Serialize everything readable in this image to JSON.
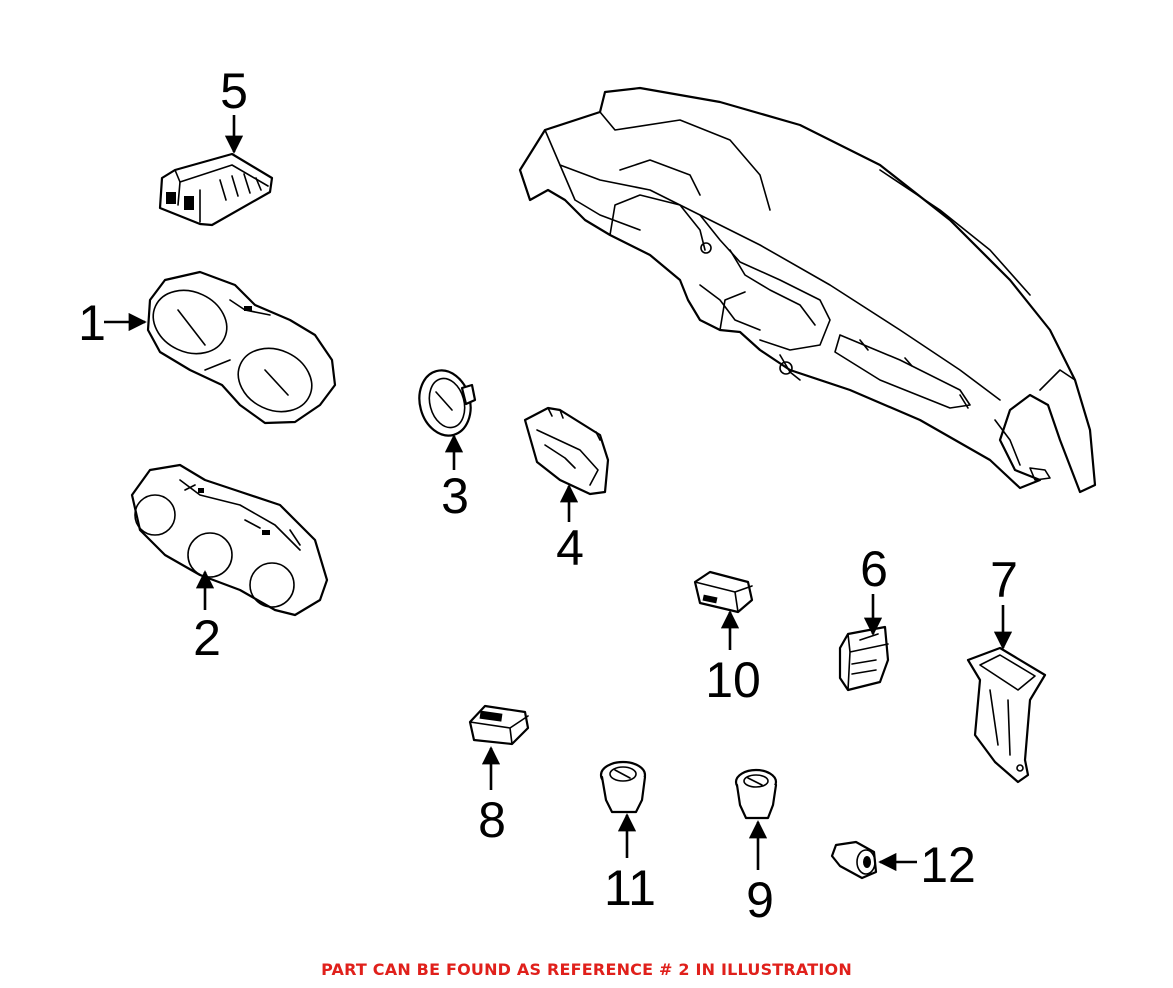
{
  "callouts": {
    "c1": "1",
    "c2": "2",
    "c3": "3",
    "c4": "4",
    "c5": "5",
    "c6": "6",
    "c7": "7",
    "c8": "8",
    "c9": "9",
    "c10": "10",
    "c11": "11",
    "c12": "12"
  },
  "footer_note": "PART CAN BE FOUND AS REFERENCE # 2 IN ILLUSTRATION",
  "colors": {
    "note": "#e0201b",
    "line": "#000000",
    "background": "#ffffff"
  }
}
